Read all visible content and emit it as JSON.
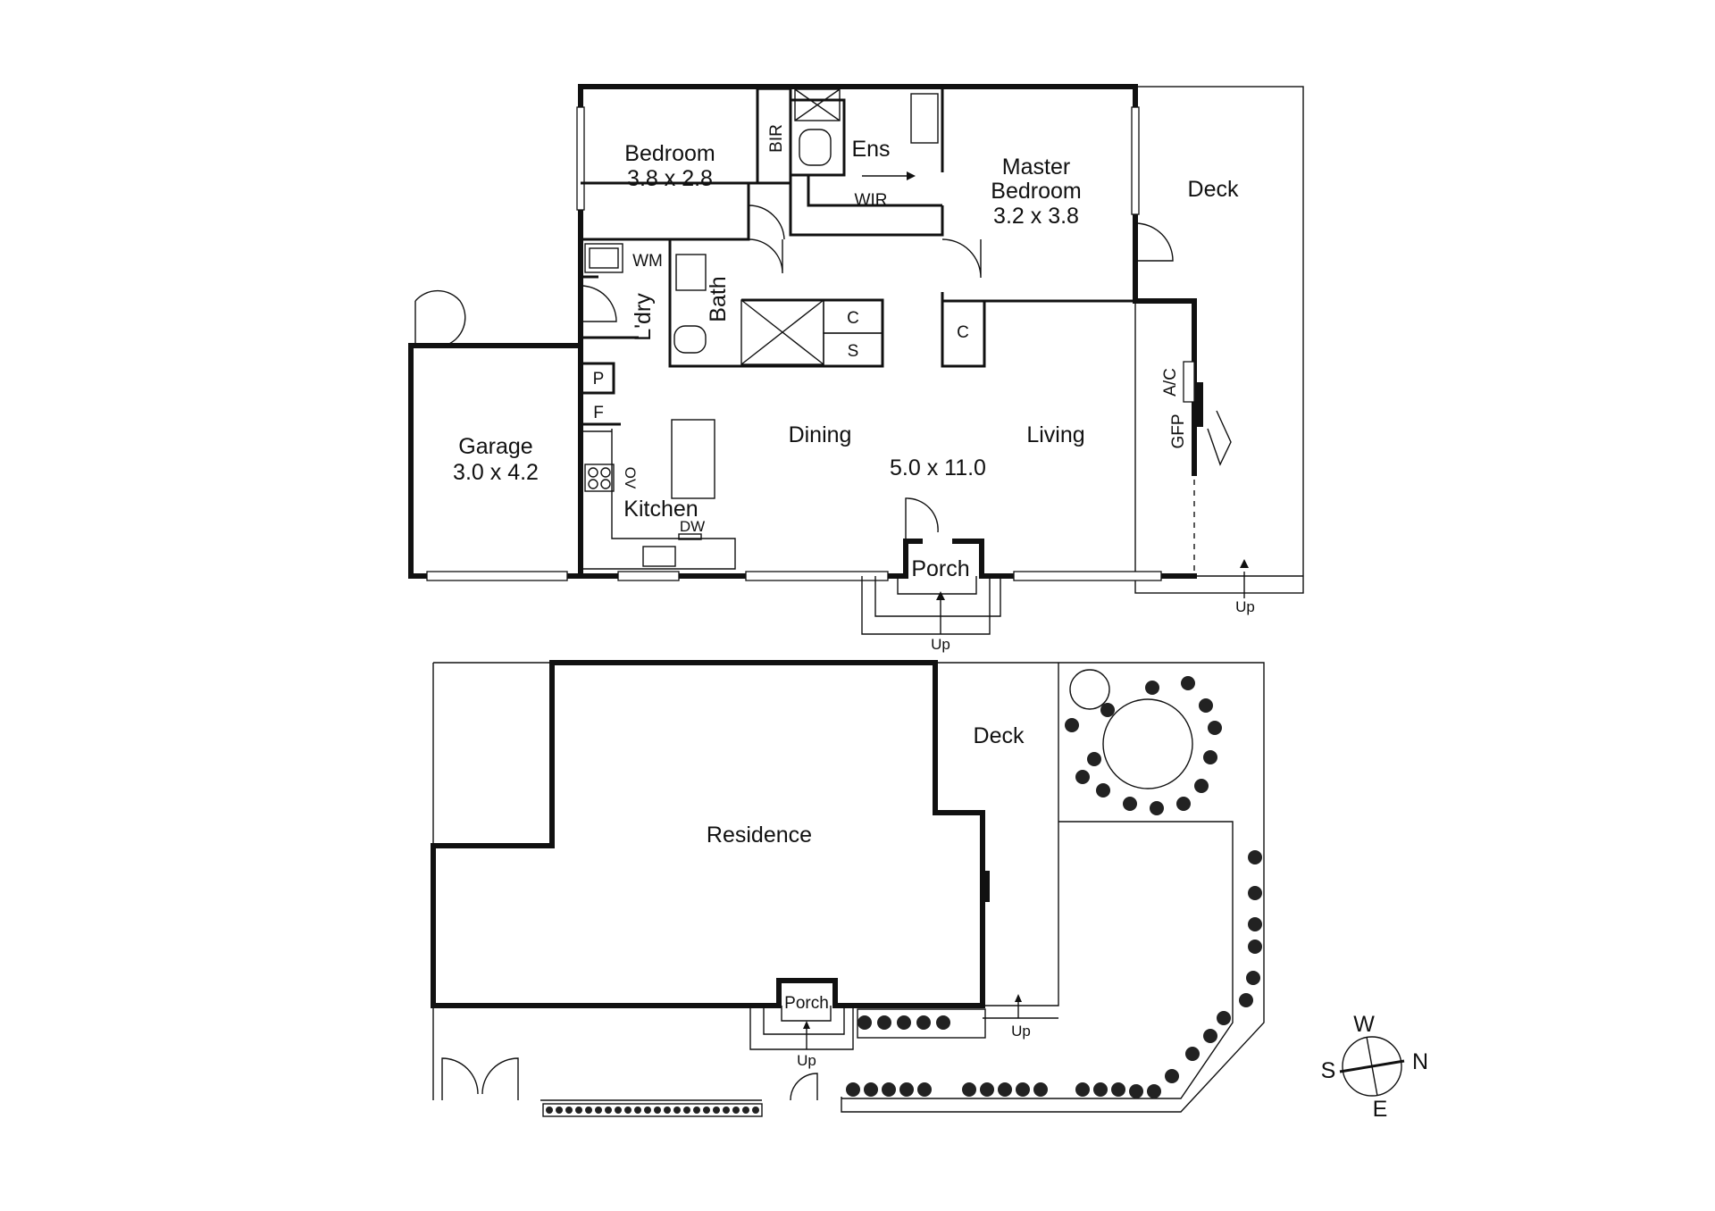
{
  "floor_plan": {
    "rooms": {
      "bedroom": {
        "name": "Bedroom",
        "size": "3.8 x 2.8"
      },
      "ens": {
        "name": "Ens"
      },
      "bir": {
        "name": "BIR"
      },
      "wir": {
        "name": "WIR"
      },
      "master_bedroom": {
        "name_line1": "Master",
        "name_line2": "Bedroom",
        "size": "3.2 x 3.8"
      },
      "deck": {
        "name": "Deck"
      },
      "wm": {
        "name": "WM"
      },
      "laundry": {
        "name": "L'dry"
      },
      "bath": {
        "name": "Bath"
      },
      "cupboard_1": {
        "name": "C"
      },
      "cupboard_2": {
        "name": "C"
      },
      "shower_s": {
        "name": "S"
      },
      "pantry": {
        "name": "P"
      },
      "fridge": {
        "name": "F"
      },
      "garage": {
        "name": "Garage",
        "size": "3.0 x 4.2"
      },
      "kitchen": {
        "name": "Kitchen"
      },
      "oven": {
        "name": "OV"
      },
      "dishwasher": {
        "name": "DW"
      },
      "dining": {
        "name": "Dining"
      },
      "living": {
        "name": "Living"
      },
      "living_dining_size": {
        "name": "5.0 x 11.0"
      },
      "porch": {
        "name": "Porch"
      },
      "ac": {
        "name": "A/C"
      },
      "gfp": {
        "name": "GFP"
      }
    },
    "up_labels": {
      "deck_up": "Up",
      "porch_up": "Up"
    }
  },
  "site_plan": {
    "residence": "Residence",
    "deck": "Deck",
    "porch": "Porch",
    "up_porch": "Up",
    "up_deck": "Up"
  },
  "compass": {
    "north": "N",
    "south": "S",
    "east": "E",
    "west": "W"
  }
}
